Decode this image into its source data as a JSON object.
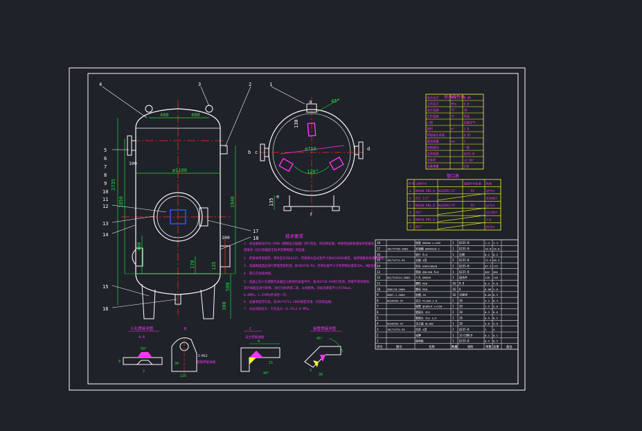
{
  "colors": {
    "background": "#1f2228",
    "frame": "#ffffff",
    "outline": "#ffffff",
    "center_line": "#ff2a2a",
    "dimension": "#22dd44",
    "note_text": "#ff33ff",
    "table_line": "#ffff33",
    "table_text": "#ff33ff",
    "section_fill": "#ff33ff",
    "accent_cyan": "#33ffff"
  },
  "callouts": [
    "4",
    "3",
    "2",
    "1",
    "5",
    "6",
    "7",
    "8",
    "9",
    "10",
    "11",
    "12",
    "13",
    "14",
    "15",
    "16",
    "17",
    "18"
  ],
  "dimensions": {
    "top_left": "400",
    "top_right": "400",
    "diameter": "ø1100",
    "side_height": "2735",
    "left_mid": "1850",
    "right_mid": "1940",
    "upper_left": "100",
    "right_upper": "100",
    "lower_right_a": "580",
    "lower_right_b": "300",
    "shell_mid": "440",
    "shell_low": "170",
    "shell_right": "135",
    "plan_diameter": "ø710",
    "plan_angle": "120°",
    "plan_angle_b": "45°",
    "plan_dim_a": "130",
    "plan_dim_b": "135"
  },
  "plan_labels": {
    "a": "a",
    "b": "b",
    "c": "c",
    "d": "d",
    "e": "e",
    "f": "f"
  },
  "notes": {
    "title": "技术要求",
    "lines": [
      "1. 本设备按GB150-1998《钢制压力容器》进行制造、检验和验收，并接受国家质量技术监督局",
      "   颁发的《压力容器安全技术监察规程》的监督。",
      "2. 焊接采用电弧焊，焊条型号为E4315，焊接接头型式及尺寸按HG20583规定，角焊缝腰高按薄板厚度。",
      "3. 容器制成后应进行焊缝无损检测，按JB4730-94，检测长度不小于各焊缝长度的20%，Ⅲ级合格。",
      "4. 管口方位按本图。",
      "5. 容器上的人孔接管内表面应与筒体内表面平齐，按JB4730-94进行检测，焊缝不得有裂纹。",
      "   其外表面应进行除锈、涂红丹防锈漆二道，以防腐蚀，涂层总厚度不小于150um。",
      "   0.8MPa，1.25MPa各试验一次。",
      "6. 设备制造完毕后，按JB/T4711-2003规定涂漆、包装和运输。",
      "7. 水压试验压力：工作压力 x1.25=1.0 MPa。"
    ]
  },
  "design_table": {
    "title": "技术特性表",
    "rows": [
      [
        "设计压力",
        "MPa",
        "0.88"
      ],
      [
        "工作压力",
        "MPa",
        "0.8"
      ],
      [
        "设计温度",
        "℃",
        "50"
      ],
      [
        "工作温度",
        "℃",
        "常温"
      ],
      [
        "介质",
        "",
        "压缩空气"
      ],
      [
        "容积",
        "m³",
        "2.0"
      ],
      [
        "焊接接头系数",
        "",
        "0.85"
      ],
      [
        "腐蚀裕量",
        "mm",
        "1"
      ],
      [
        "容器类别",
        "",
        "一类"
      ],
      [
        "主体材质",
        "",
        "Q235-B"
      ],
      [
        "全容积",
        "",
        "≈2.0m³"
      ],
      [
        "设备重量",
        "",
        "520"
      ]
    ]
  },
  "nozzle_table": {
    "title": "管口表",
    "header": [
      "符号",
      "公称尺寸",
      "连接尺寸标准",
      "用途"
    ],
    "rows": [
      [
        "a",
        "DN100 PN1.6",
        "HG20592-97",
        "RF",
        "进气口"
      ],
      [
        "b",
        "ZG1 1/2\"",
        "",
        "",
        "安全阀口"
      ],
      [
        "c",
        "DN100 PN1.6",
        "HG20592-97",
        "RF",
        "出气口"
      ],
      [
        "d",
        "ZG1\"",
        "",
        "",
        "压力表口"
      ],
      [
        "e",
        "DN450 PN1.6",
        "",
        "",
        "人孔"
      ],
      [
        "f",
        "ZG1\"",
        "",
        "",
        "排污口"
      ]
    ]
  },
  "parts_table": {
    "header": [
      "序号",
      "图号",
      "名称",
      "数量",
      "材料",
      "单重",
      "总重",
      "备注"
    ],
    "rows": [
      [
        "18",
        "",
        "接管 DN100 L=150",
        "1",
        "Q235-B",
        "1.4",
        "1.4"
      ],
      [
        "17",
        "JB/T4736-2002",
        "补强圈 DN450x8-C",
        "1",
        "Q235-B",
        "10.8",
        "10.8"
      ],
      [
        "16",
        "",
        "垫片 δ=3",
        "1",
        "石棉",
        "0.2",
        "0.2"
      ],
      [
        "15",
        "JB/T4712-92",
        "支腿 A型",
        "3",
        "Q235-B",
        "15.5",
        "46.5"
      ],
      [
        "14",
        "",
        "封头 EHA1100x8",
        "2",
        "Q235-B",
        "87.5",
        "175"
      ],
      [
        "13",
        "",
        "筒体 DN1100 δ=8",
        "1",
        "Q235-B",
        "402",
        "402"
      ],
      [
        "12",
        "HG/T21514-2005",
        "人孔 DN450",
        "1",
        "组合件",
        "118",
        "118"
      ],
      [
        "11",
        "",
        "螺栓 M20",
        "16",
        "8.8",
        "0.3",
        "4.8"
      ],
      [
        "10",
        "GB6170-2000",
        "螺母 M20",
        "16",
        "8",
        "0.06",
        "1.0"
      ],
      [
        "9",
        "GB97.1-2002",
        "垫圈 20",
        "16",
        "140HV",
        "0.02",
        "0.3"
      ],
      [
        "8",
        "HG20592-97",
        "法兰 PL100-1.6",
        "2",
        "20",
        "4.2",
        "8.4"
      ],
      [
        "7",
        "",
        "接管 φ108x4 L=150",
        "2",
        "20",
        "1.5",
        "3.0"
      ],
      [
        "6",
        "",
        "管接头 ZG1",
        "2",
        "20",
        "0.3",
        "0.6"
      ],
      [
        "5",
        "",
        "管接头 ZG1 1/2",
        "1",
        "20",
        "0.5",
        "0.5"
      ],
      [
        "4",
        "HG20592-97",
        "法兰盖 BL100",
        "1",
        "20",
        "4.6",
        "4.6"
      ],
      [
        "3",
        "JB/T4725-92",
        "吊耳 A型",
        "2",
        "Q235-B",
        "2",
        "4"
      ],
      [
        "2",
        "",
        "铭牌",
        "1",
        "1Cr18Ni9",
        "0.1",
        "0.1"
      ],
      [
        "1",
        "",
        "接地板",
        "1",
        "Q235-B",
        "0.5",
        "0.5"
      ]
    ]
  },
  "details": {
    "d1_title": "人孔焊接详图",
    "d1_sub": "A-A",
    "d2_title": "B",
    "d2_label": "接管焊接详图",
    "d3_title": "C",
    "d3_sub": "法兰焊接详图",
    "d4_title": "接管焊接详图",
    "d1_dims": [
      "50°",
      "2",
      "8"
    ],
    "d2_dims": [
      "30",
      "116",
      "2-M12"
    ],
    "d3_dims": [
      "4",
      "15",
      "90°"
    ],
    "d4_dims": [
      "45°",
      "3",
      "30"
    ]
  }
}
